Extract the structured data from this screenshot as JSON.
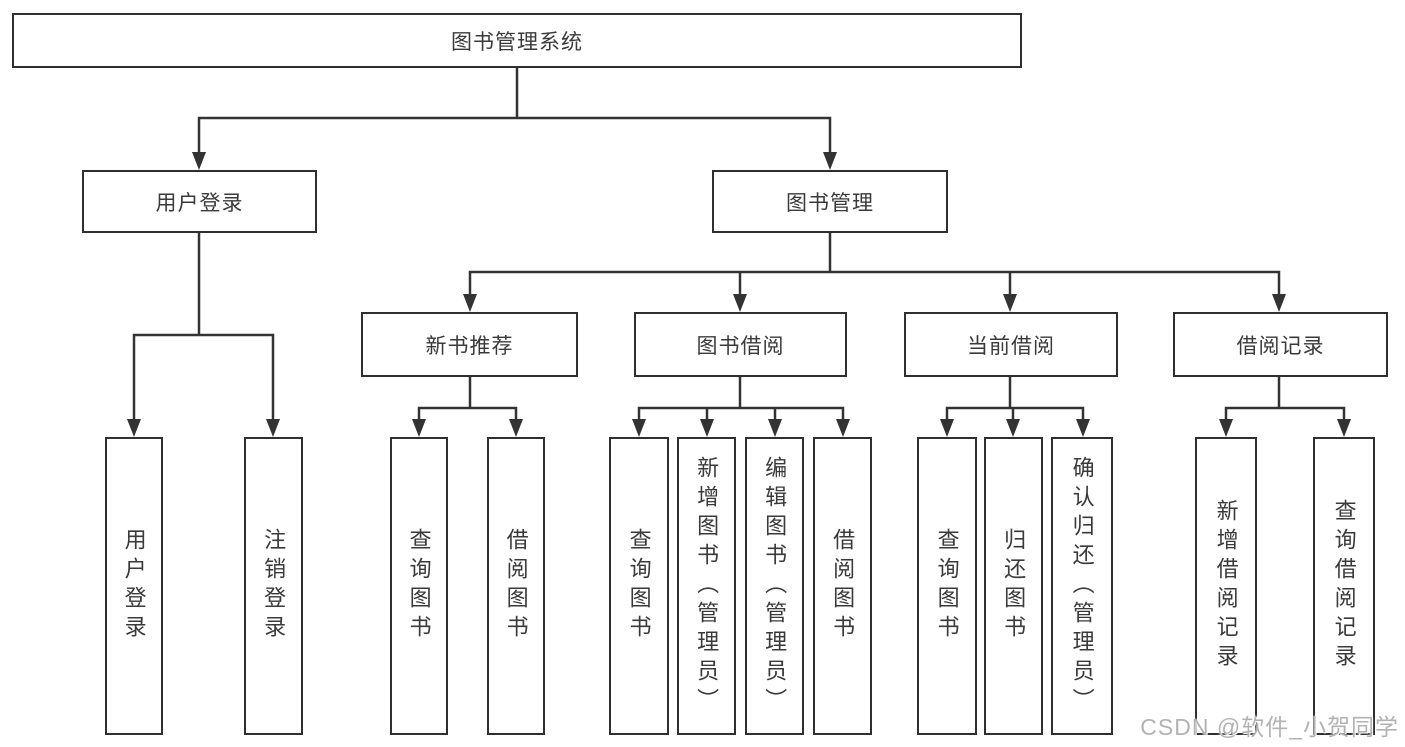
{
  "diagram": {
    "root": {
      "label": "图书管理系统"
    },
    "level2": [
      {
        "label": "用户登录",
        "parent": "图书管理系统"
      },
      {
        "label": "图书管理",
        "parent": "图书管理系统"
      }
    ],
    "level3": [
      {
        "label": "新书推荐",
        "parent": "图书管理"
      },
      {
        "label": "图书借阅",
        "parent": "图书管理"
      },
      {
        "label": "当前借阅",
        "parent": "图书管理"
      },
      {
        "label": "借阅记录",
        "parent": "图书管理"
      }
    ],
    "leaves": [
      {
        "label": "用户登录",
        "parent": "用户登录"
      },
      {
        "label": "注销登录",
        "parent": "用户登录"
      },
      {
        "label": "查询图书",
        "parent": "新书推荐"
      },
      {
        "label": "借阅图书",
        "parent": "新书推荐"
      },
      {
        "label": "查询图书",
        "parent": "图书借阅"
      },
      {
        "label": "新增图书（管理员）",
        "parent": "图书借阅"
      },
      {
        "label": "编辑图书（管理员）",
        "parent": "图书借阅"
      },
      {
        "label": "借阅图书",
        "parent": "图书借阅"
      },
      {
        "label": "查询图书",
        "parent": "当前借阅"
      },
      {
        "label": "归还图书",
        "parent": "当前借阅"
      },
      {
        "label": "确认归还（管理员）",
        "parent": "当前借阅"
      },
      {
        "label": "新增借阅记录",
        "parent": "借阅记录"
      },
      {
        "label": "查询借阅记录",
        "parent": "借阅记录"
      }
    ]
  },
  "watermark": {
    "text": "CSDN @软件_小贺同学"
  },
  "colors": {
    "line": "#333333",
    "box_border": "#2f2f2f",
    "text": "#3a3a3a",
    "background": "#ffffff",
    "watermark": "#b2b2b2"
  }
}
